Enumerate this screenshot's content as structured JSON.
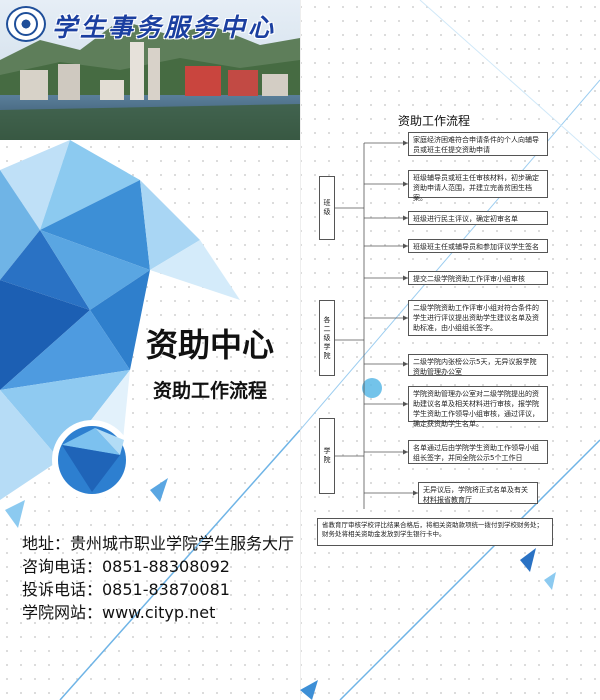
{
  "header": {
    "title": "学生事务服务中心"
  },
  "left": {
    "main_title": "资助中心",
    "subtitle": "资助工作流程",
    "contacts": [
      "地址：贵州城市职业学院学生服务大厅",
      "咨询电话：0851-88308092",
      "投诉电话：0851-83870081",
      "学院网站：www.cityp.net"
    ]
  },
  "flow": {
    "title": "资助工作流程",
    "stages": [
      "班级",
      "各二级学院",
      "学院"
    ],
    "steps": [
      "家庭经济困难符合申请条件的个人向辅导员或班主任提交资助申请",
      "班级辅导员或班主任审核材料，初步确定资助申请人范围，并建立完善贫困生档案。",
      "班级进行民主评议，确定初审名单",
      "班级班主任或辅导员和参加评议学生签名",
      "提交二级学院资助工作评审小组审核",
      "二级学院资助工作评审小组对符合条件的学生进行评议提出资助学生建议名单及资助标准，由小组组长签字。",
      "二级学院内张榜公示5天，无异议报学院资助管理办公室",
      "学院资助管理办公室对二级学院提出的资助建议名单及相关材料进行审核，报学院学生资助工作领导小组审核，通过评议，确定获资助学生名单。",
      "名单通过后由学院学生资助工作领导小组组长签字，并同全院公示5个工作日",
      "无异议后，学院将正式名单及有关材料报省教育厅"
    ],
    "final": "省教育厅审核学校评比结果合格后，将相关资助款项统一拨付到学校财务处；财务处将相关资助金发放到学生银行卡中。"
  },
  "colors": {
    "accent_blue": "#1b3fa0",
    "poly_light": "#7ec3f0",
    "poly_dark": "#1c5fb3"
  }
}
